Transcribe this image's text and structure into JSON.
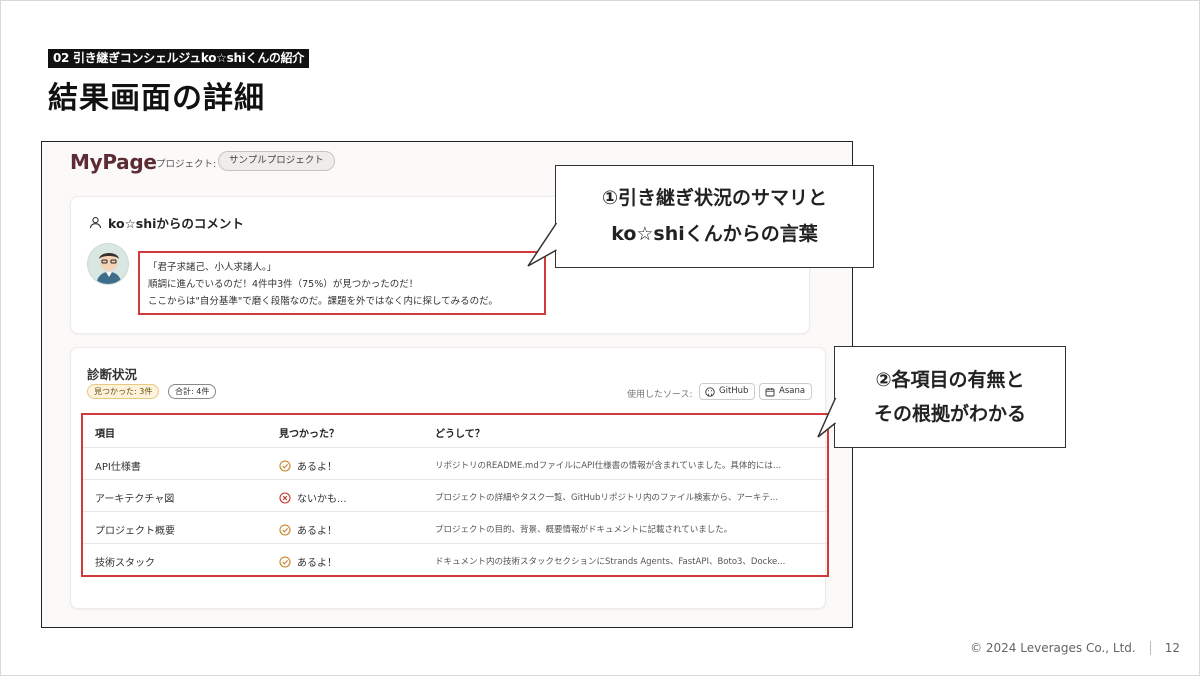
{
  "slide": {
    "section_tag": "02 引き継ぎコンシェルジュko☆shiくんの紹介",
    "title": "結果画面の詳細",
    "copyright": "© 2024 Leverages Co., Ltd.",
    "page_number": "12"
  },
  "app": {
    "logo": "MyPage",
    "project_label": "プロジェクト:",
    "project_name": "サンプルプロジェクト"
  },
  "comment_card": {
    "title": "ko☆shiからのコメント",
    "lines": [
      "「君子求諸己、小人求諸人。」",
      "順調に進んでいるのだ！4件中3件（75%）が見つかったのだ！",
      "ここからは\"自分基準\"で磨く段階なのだ。課題を外ではなく内に探してみるのだ。"
    ]
  },
  "status_card": {
    "title": "診断状況",
    "badge_found": "見つかった: 3件",
    "badge_total": "合計: 4件",
    "sources_label": "使用したソース:",
    "sources": [
      "GitHub",
      "Asana"
    ],
    "columns": [
      "項目",
      "見つかった？",
      "どうして？"
    ],
    "rows": [
      {
        "item": "API仕様書",
        "status": "あるよ！",
        "found": true,
        "reason": "リポジトリのREADME.mdファイルにAPI仕様書の情報が含まれていました。具体的には..."
      },
      {
        "item": "アーキテクチャ図",
        "status": "ないかも...",
        "found": false,
        "reason": "プロジェクトの詳細やタスク一覧、GitHubリポジトリ内のファイル検索から、アーキテ..."
      },
      {
        "item": "プロジェクト概要",
        "status": "あるよ！",
        "found": true,
        "reason": "プロジェクトの目的、背景、概要情報がドキュメントに記載されていました。"
      },
      {
        "item": "技術スタック",
        "status": "あるよ！",
        "found": true,
        "reason": "ドキュメント内の技術スタックセクションにStrands Agents、FastAPI、Boto3、Docke..."
      }
    ]
  },
  "callouts": {
    "one_line1": "①引き継ぎ状況のサマリと",
    "one_line2": "ko☆shiくんからの言葉",
    "two_line1": "②各項目の有無と",
    "two_line2": "その根拠がわかる"
  },
  "colors": {
    "accent_red": "#d23a3a",
    "logo": "#5c2b34",
    "found_icon": "#c9802a",
    "missing_icon": "#c0392b"
  }
}
